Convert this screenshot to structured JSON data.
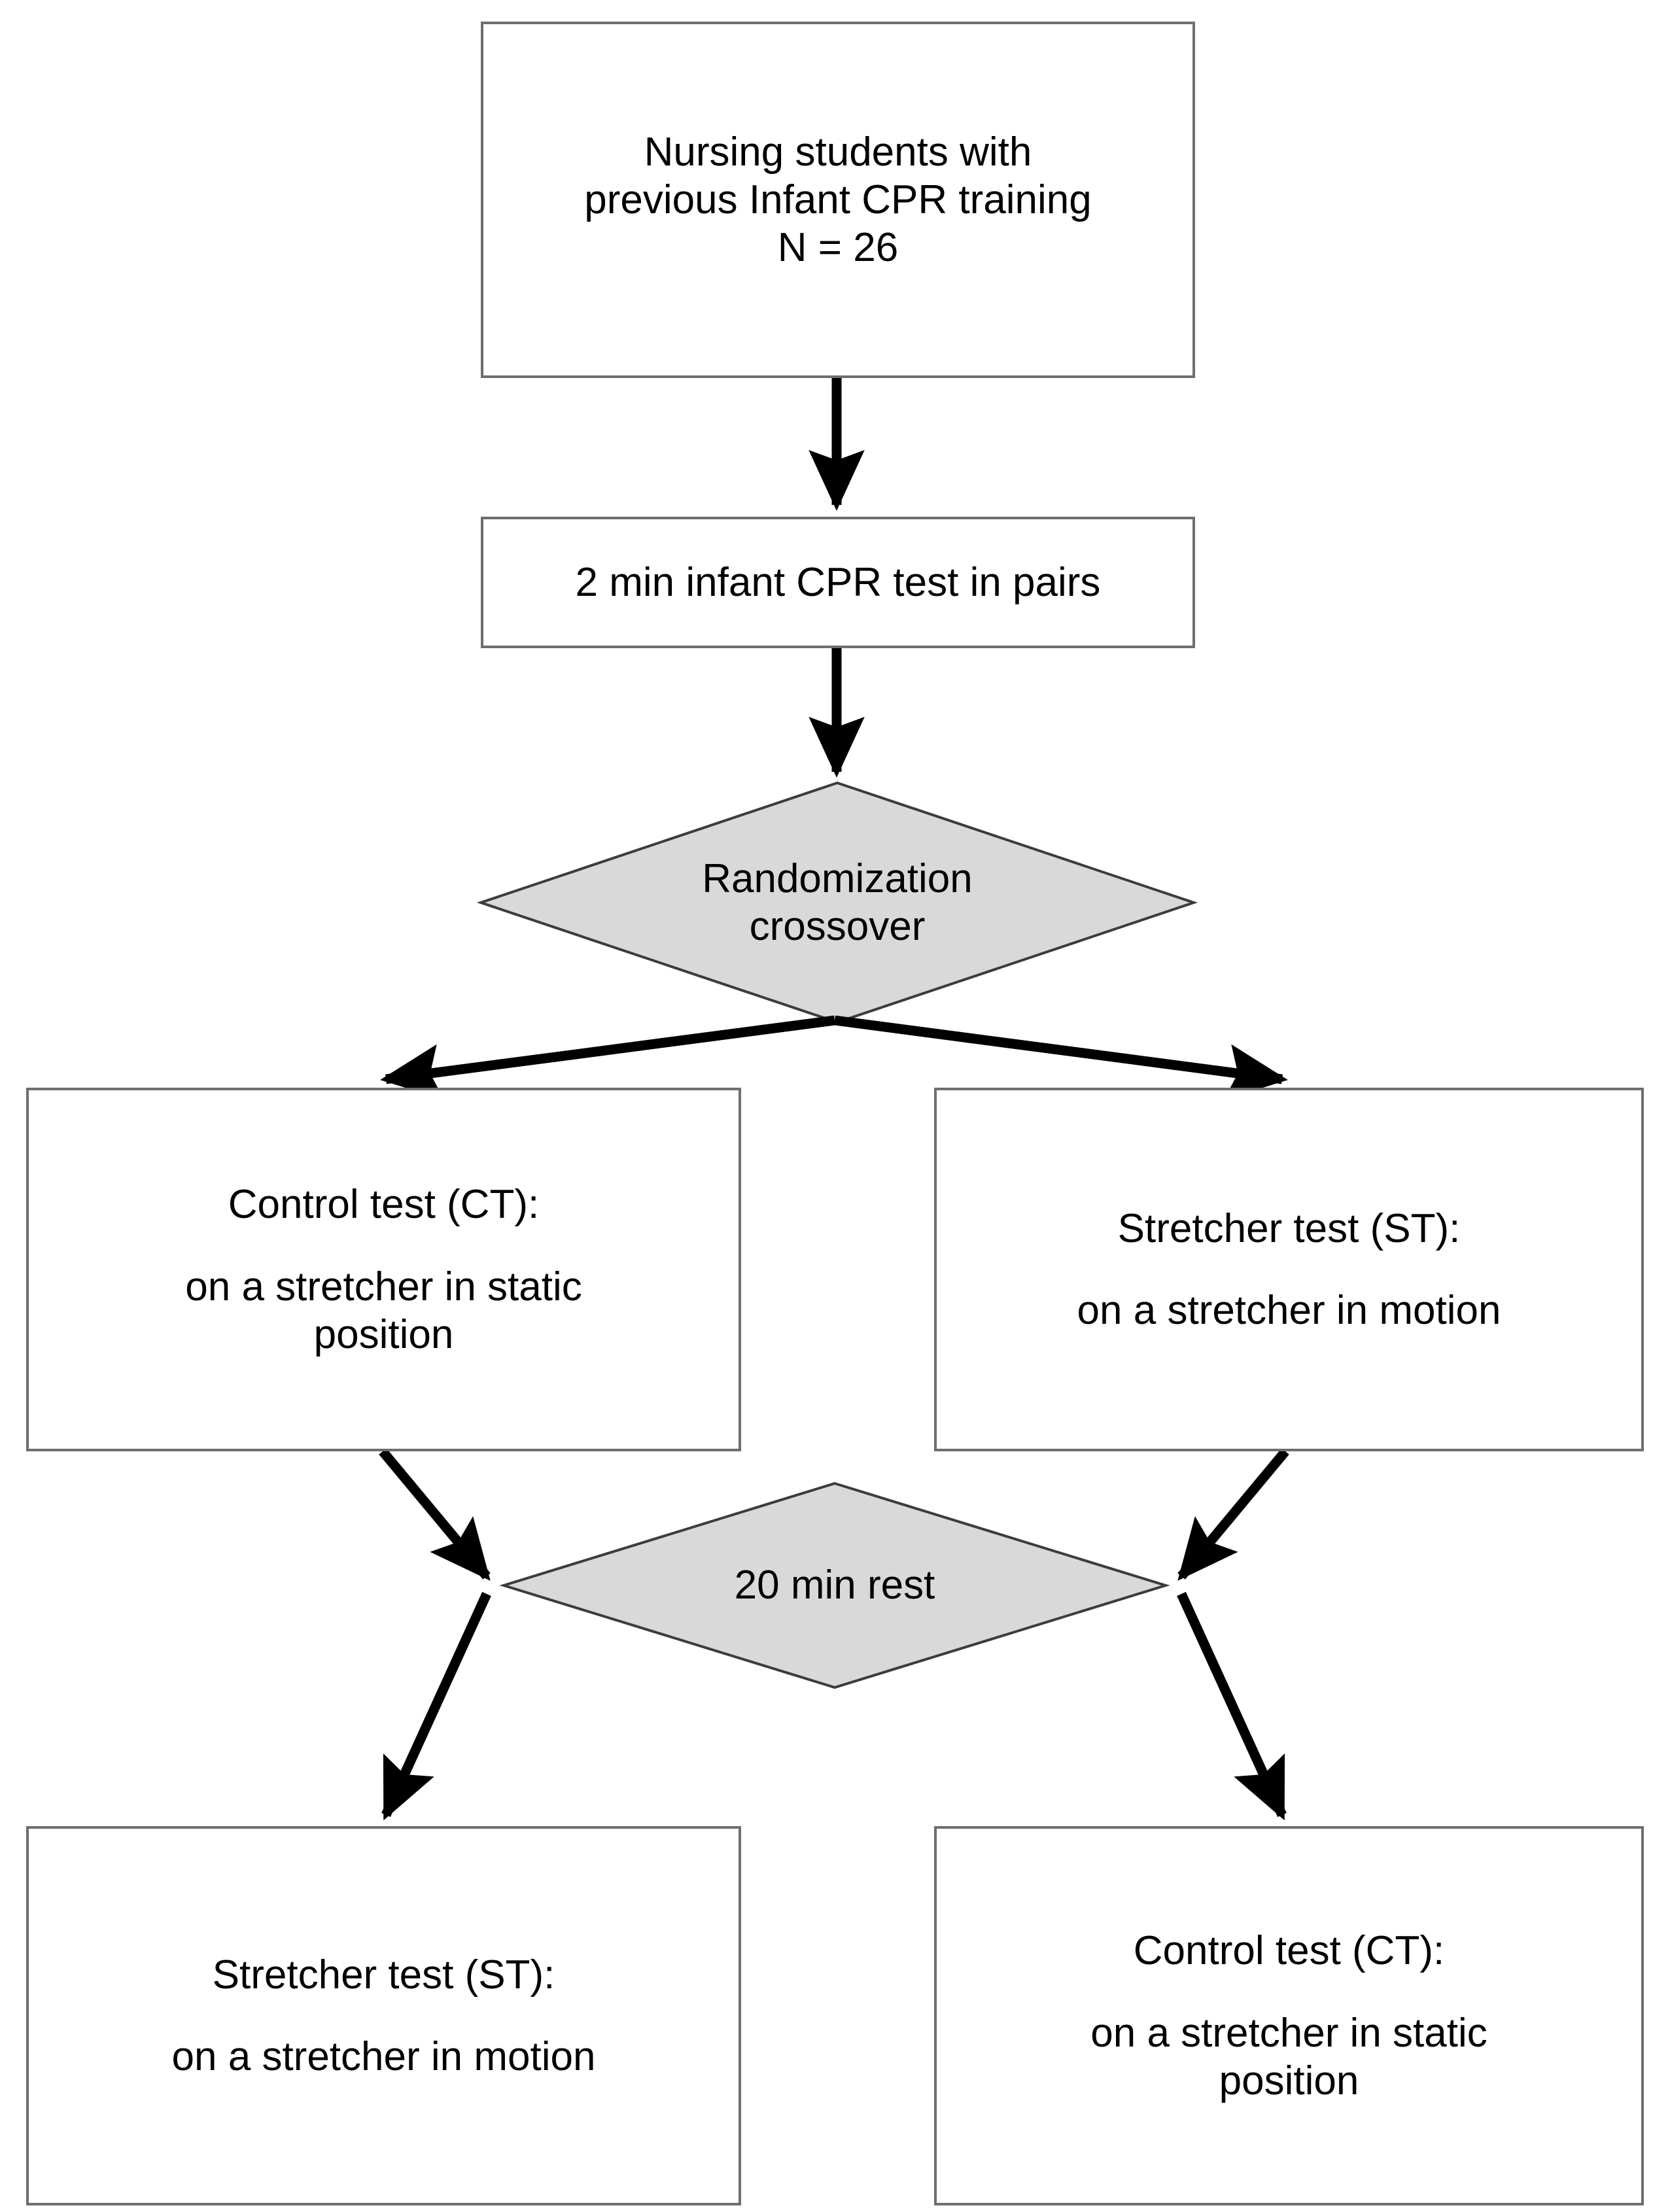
{
  "diagram": {
    "title": "Infant CPR crossover study flowchart",
    "colors": {
      "box_border": "#6e6e6e",
      "box_fill": "#ffffff",
      "decision_fill": "#d9d9d9",
      "decision_stroke": "#3c3c3c",
      "arrow": "#000000",
      "text": "#000000"
    },
    "nodes": [
      {
        "id": "population",
        "shape": "rectangle",
        "lines": [
          "Nursing students with",
          "previous Infant CPR training",
          "N = 26"
        ]
      },
      {
        "id": "pretest",
        "shape": "rectangle",
        "lines": [
          "2 min infant CPR test in pairs"
        ]
      },
      {
        "id": "randomization",
        "shape": "diamond",
        "lines": [
          "Randomization",
          "crossover"
        ]
      },
      {
        "id": "ct-first",
        "shape": "rectangle",
        "heading": "Control test (CT):",
        "lines": [
          "on a stretcher in static",
          "position"
        ]
      },
      {
        "id": "st-first",
        "shape": "rectangle",
        "heading": "Stretcher test (ST):",
        "lines": [
          "on a stretcher in motion"
        ]
      },
      {
        "id": "rest",
        "shape": "diamond",
        "lines": [
          "20 min rest"
        ]
      },
      {
        "id": "st-second",
        "shape": "rectangle",
        "heading": "Stretcher test (ST):",
        "lines": [
          "on a stretcher in motion"
        ]
      },
      {
        "id": "ct-second",
        "shape": "rectangle",
        "heading": "Control test (CT):",
        "lines": [
          "on a stretcher in static",
          "position"
        ]
      }
    ],
    "edges": [
      {
        "from": "population",
        "to": "pretest",
        "style": "straight-down"
      },
      {
        "from": "pretest",
        "to": "randomization",
        "style": "straight-down"
      },
      {
        "from": "randomization",
        "to": "ct-first",
        "style": "diagonal-left"
      },
      {
        "from": "randomization",
        "to": "st-first",
        "style": "diagonal-right"
      },
      {
        "from": "ct-first",
        "to": "rest",
        "style": "diagonal-right-down"
      },
      {
        "from": "st-first",
        "to": "rest",
        "style": "diagonal-left-down"
      },
      {
        "from": "rest",
        "to": "st-second",
        "style": "diagonal-left-down"
      },
      {
        "from": "rest",
        "to": "ct-second",
        "style": "diagonal-right-down"
      }
    ]
  },
  "nodes": {
    "population": {
      "line1": "Nursing students with",
      "line2": "previous Infant CPR training",
      "line3": "N = 26"
    },
    "pretest": {
      "line1": "2 min infant CPR test in pairs"
    },
    "randomization": {
      "line1": "Randomization",
      "line2": "crossover"
    },
    "ct_first": {
      "heading": "Control test (CT):",
      "line1": "on a stretcher in static",
      "line2": "position"
    },
    "st_first": {
      "heading": "Stretcher test (ST):",
      "line1": "on a stretcher in motion"
    },
    "rest": {
      "line1": "20 min rest"
    },
    "st_second": {
      "heading": "Stretcher test (ST):",
      "line1": "on a stretcher in motion"
    },
    "ct_second": {
      "heading": "Control test (CT):",
      "line1": "on a stretcher in static",
      "line2": "position"
    }
  }
}
